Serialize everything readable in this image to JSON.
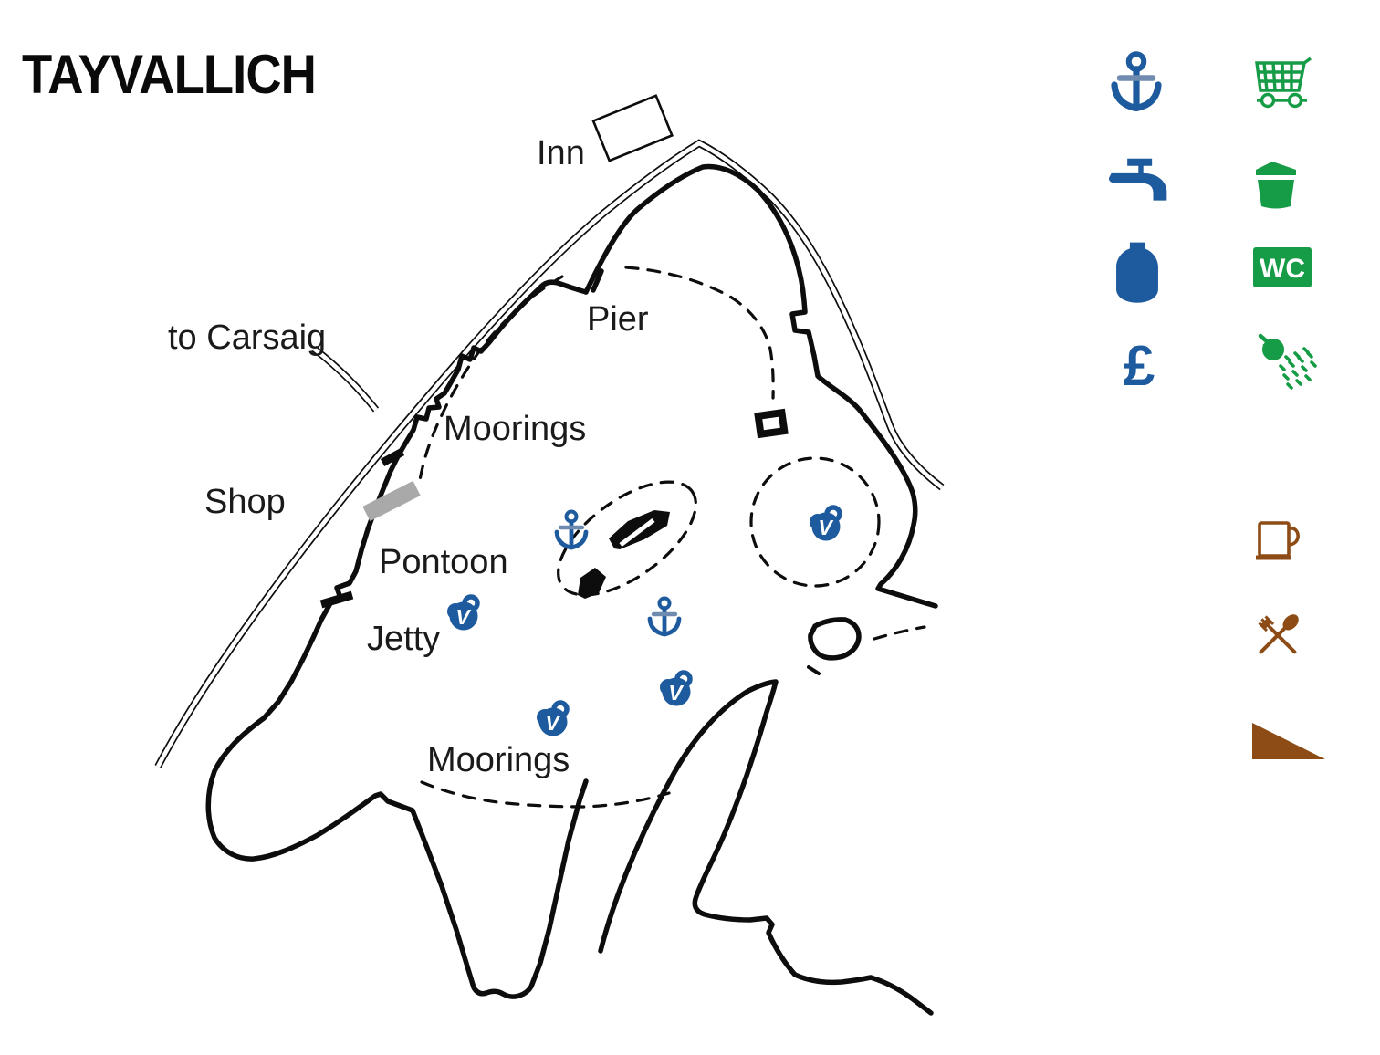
{
  "title": "TAYVALLICH",
  "map": {
    "labels": {
      "inn": "Inn",
      "to_carsaig": "to Carsaig",
      "shop": "Shop",
      "pier": "Pier",
      "moorings_north": "Moorings",
      "pontoon": "Pontoon",
      "jetty": "Jetty",
      "moorings_south": "Moorings"
    },
    "buoy_letter": "V",
    "features": {
      "anchorage_count": "2",
      "visitor_mooring_count": "4"
    }
  },
  "legend": {
    "wc_text": "WC",
    "pound_text": "£",
    "items": [
      {
        "id": "anchorage",
        "icon": "anchor-icon",
        "color": "#1d5a9e"
      },
      {
        "id": "shopping",
        "icon": "shopping-trolley-icon",
        "color": "#169b46"
      },
      {
        "id": "water-tap",
        "icon": "water-tap-icon",
        "color": "#1d5a9e"
      },
      {
        "id": "rubbish",
        "icon": "rubbish-bin-icon",
        "color": "#169b46"
      },
      {
        "id": "gas",
        "icon": "gas-bottle-icon",
        "color": "#1d5a9e"
      },
      {
        "id": "toilets",
        "icon": "wc-icon",
        "color": "#169b46"
      },
      {
        "id": "fees",
        "icon": "pound-icon",
        "color": "#1d5a9e"
      },
      {
        "id": "showers",
        "icon": "shower-icon",
        "color": "#169b46"
      },
      {
        "id": "pub",
        "icon": "beer-mug-icon",
        "color": "#8d4b15"
      },
      {
        "id": "food",
        "icon": "restaurant-icon",
        "color": "#8d4b15"
      },
      {
        "id": "slipway",
        "icon": "slipway-icon",
        "color": "#8d4b15"
      }
    ]
  },
  "colors": {
    "blue": "#1d5a9e",
    "green": "#169b46",
    "brown": "#8d4b15",
    "pontoon_gray": "#a9a9a9",
    "ink": "#0d0d0d"
  }
}
